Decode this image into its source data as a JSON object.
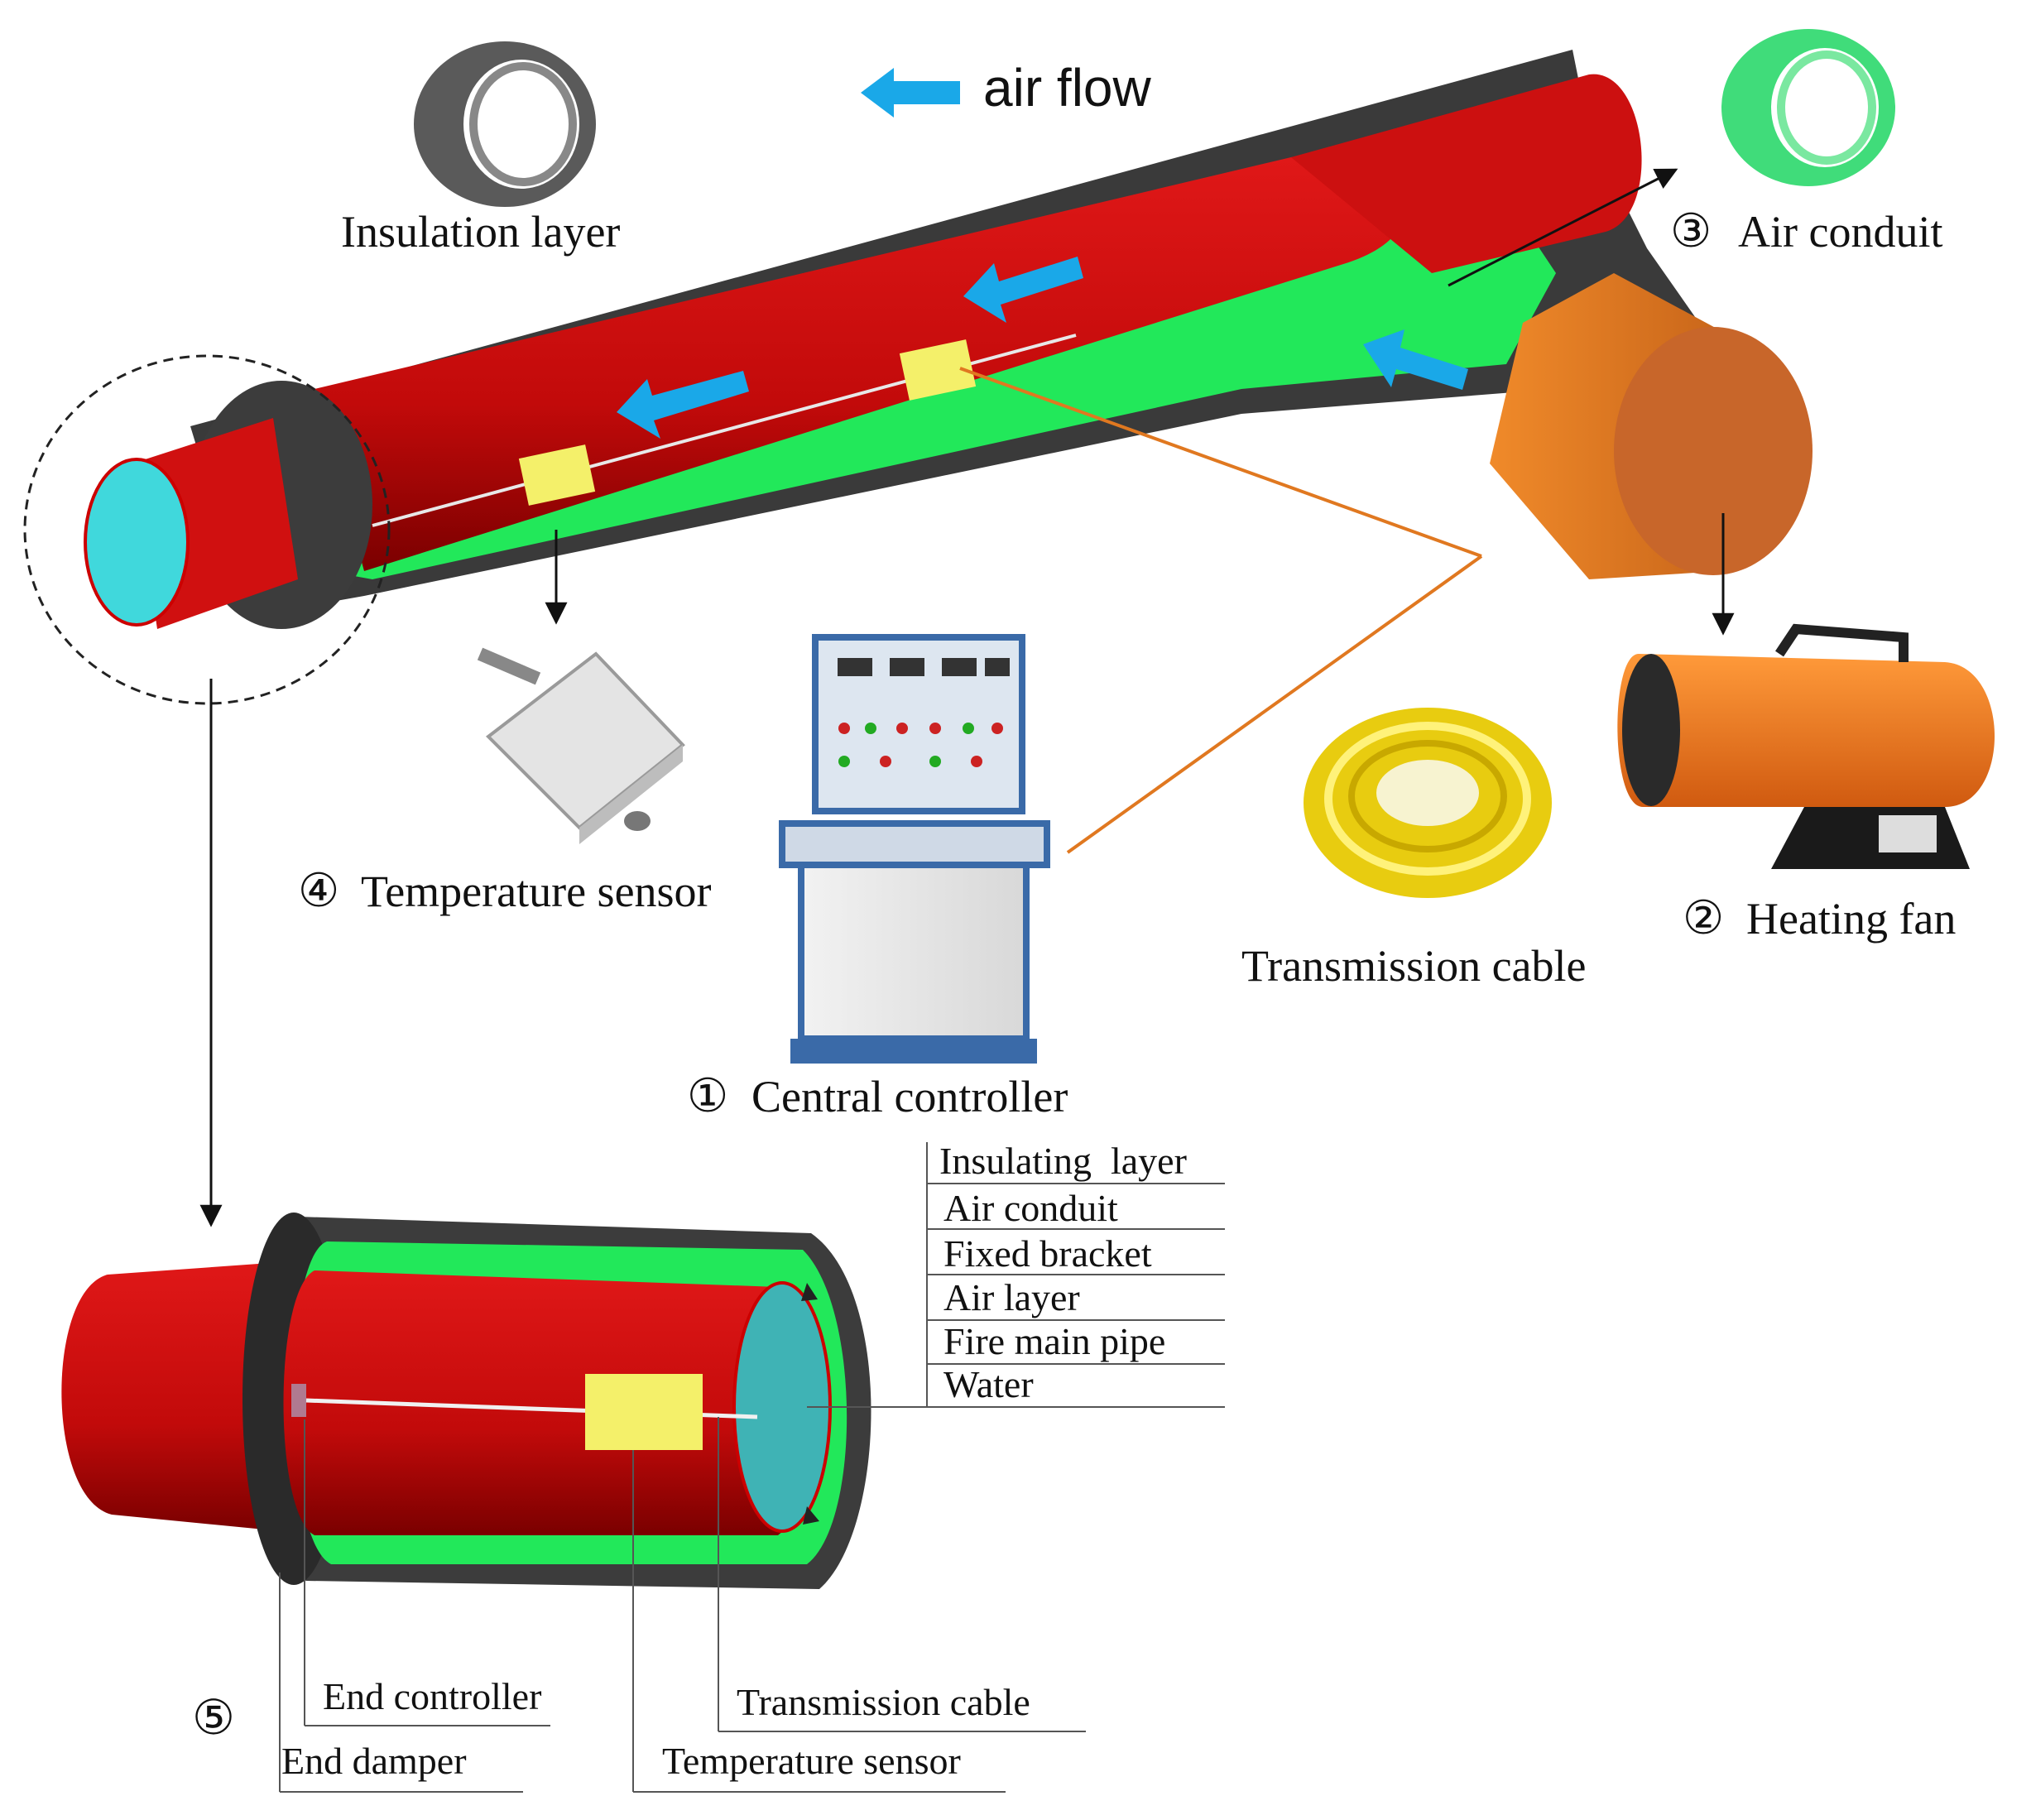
{
  "airflow": {
    "label": "air flow"
  },
  "components": {
    "insulation_layer": "Insulation layer",
    "air_conduit": "Air conduit",
    "air_conduit_num": "③",
    "heating_fan": "Heating fan",
    "heating_fan_num": "②",
    "temperature_sensor": "Temperature sensor",
    "temperature_sensor_num": "④",
    "central_controller": "Central controller",
    "central_controller_num": "①",
    "transmission_cable": "Transmission cable"
  },
  "section": {
    "number": "⑤",
    "layers": [
      "Insulating  layer",
      "Air conduit",
      "Fixed bracket",
      "Air layer",
      "Fire main pipe",
      "Water"
    ],
    "bottom_labels": {
      "end_controller": "End controller",
      "end_damper": "End damper",
      "transmission_cable": "Transmission cable",
      "temperature_sensor": "Temperature sensor"
    }
  },
  "colors": {
    "pipe_red": "#d40f0f",
    "insulation_gray": "#3c3c3c",
    "conduit_green": "#22e85a",
    "water_cyan": "#40d8dc",
    "sensor_yellow": "#f4f06a",
    "arrow_blue": "#1aa8e8",
    "fan_orange": "#e07a1c",
    "cable_line": "#e07820"
  }
}
